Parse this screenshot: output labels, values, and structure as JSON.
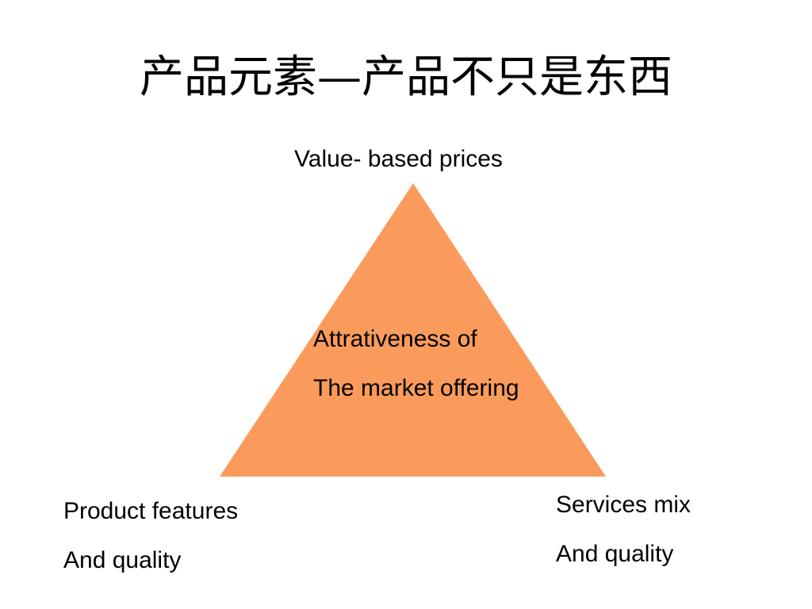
{
  "slide": {
    "title": "产品元素—产品不只是东西"
  },
  "diagram": {
    "fill_color": "#FA9B5C",
    "top_label": "Value- based prices",
    "center_line_1": "Attrativeness of",
    "center_line_2": "The market offering",
    "left_line_1": "Product features",
    "left_line_2": "And quality",
    "right_line_1": "Services mix",
    "right_line_2": "And quality"
  }
}
